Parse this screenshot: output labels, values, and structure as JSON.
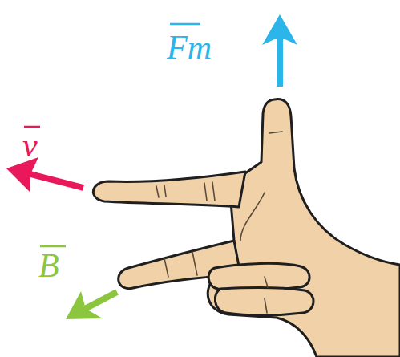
{
  "diagram": {
    "labels": [
      "Fm",
      "v",
      "B"
    ]
  }
}
